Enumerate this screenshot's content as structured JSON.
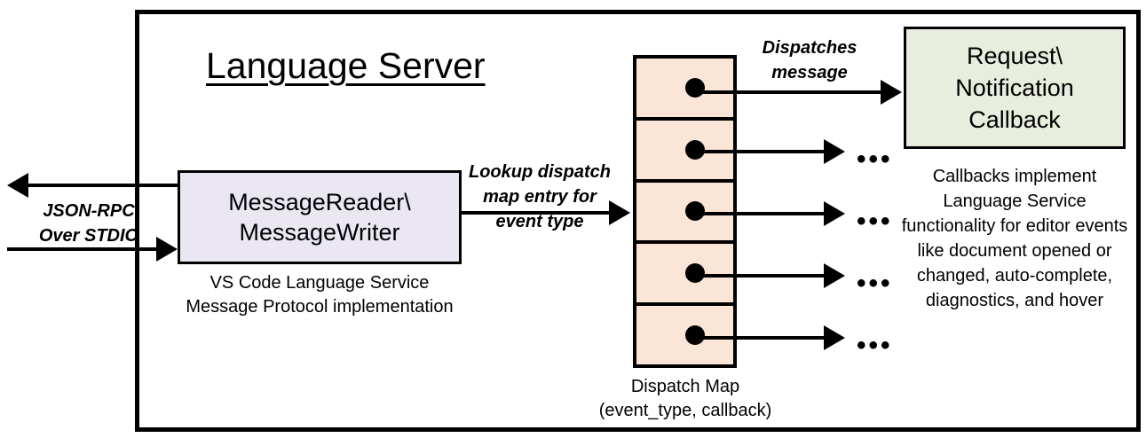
{
  "diagram": {
    "title": "Language Server",
    "nodes": {
      "message_io": {
        "line1": "MessageReader\\",
        "line2": "MessageWriter",
        "caption_line1": "VS Code Language Service",
        "caption_line2": "Message Protocol implementation",
        "fill": "#EAE7F2"
      },
      "dispatch_map": {
        "caption_line1": "Dispatch Map",
        "caption_line2": "(event_type, callback)",
        "fill": "#FBE5D6",
        "rows": 5
      },
      "callback": {
        "line1": "Request\\",
        "line2": "Notification",
        "line3": "Callback",
        "fill": "#E8EEDD",
        "description": "Callbacks implement Language Service functionality for editor events like document opened or changed, auto-complete, diagnostics, and hover"
      }
    },
    "edges": {
      "jsonrpc": {
        "label_line1": "JSON-RPC",
        "label_line2": "Over STDIO"
      },
      "lookup": {
        "label_line1": "Lookup dispatch",
        "label_line2": "map entry for",
        "label_line3": "event type"
      },
      "dispatches": {
        "label_line1": "Dispatches",
        "label_line2": "message"
      },
      "ellipsis": "•••"
    },
    "colors": {
      "stroke": "#000000",
      "background": "#FFFFFF"
    }
  }
}
